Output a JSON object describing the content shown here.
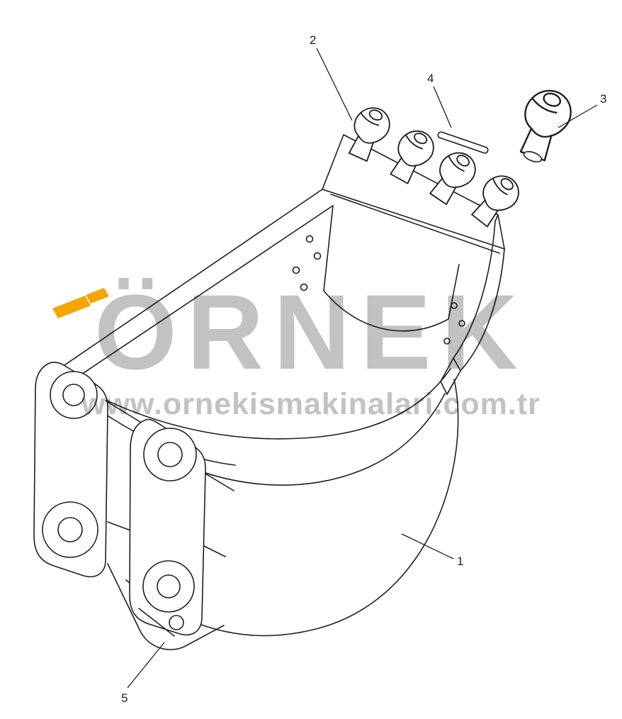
{
  "watermark": {
    "brand": "ÖRNEK",
    "url": "www.ornekismakinalari.com.tr",
    "accent_color": "#f2a500",
    "text_color": "#c2c2c2"
  },
  "drawing": {
    "line_color": "#1f1f1f",
    "background_color": "#ffffff"
  },
  "callouts": [
    {
      "label": "1"
    },
    {
      "label": "2"
    },
    {
      "label": "3"
    },
    {
      "label": "4"
    },
    {
      "label": "5"
    }
  ]
}
